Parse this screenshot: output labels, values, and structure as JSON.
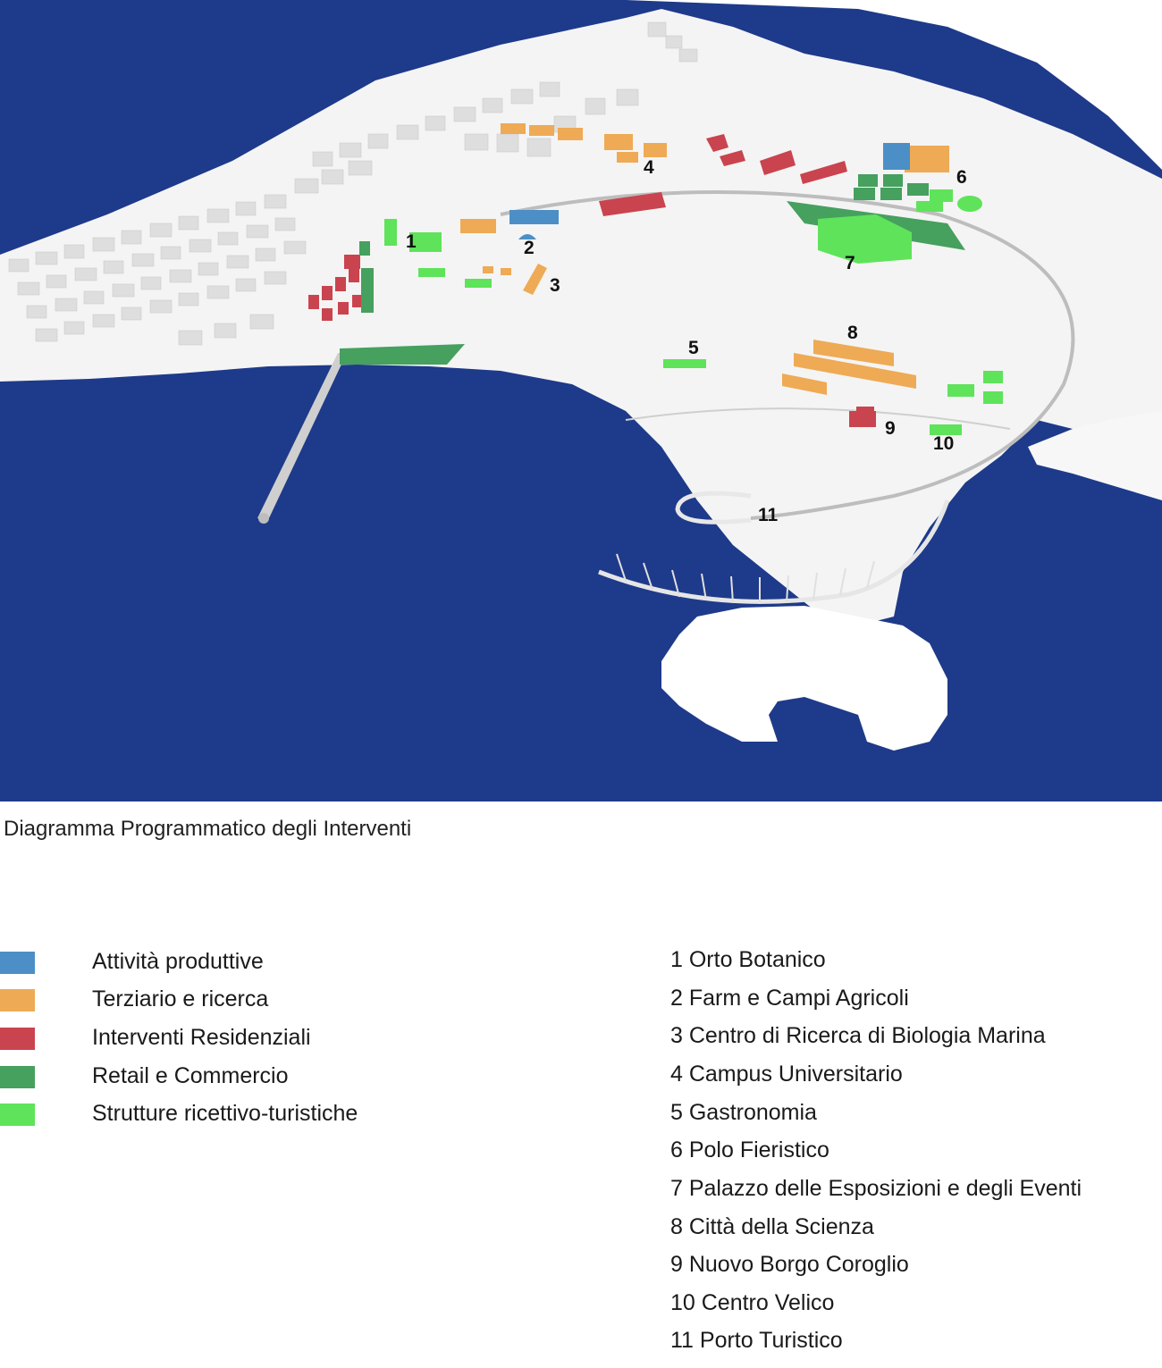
{
  "caption": "Diagramma Programmatico degli Interventi",
  "colors": {
    "sea": "#1e3a8a",
    "land": "#f4f4f4",
    "building": "#dcdcdc",
    "attivita_produttive": "#4b8fc6",
    "terziario": "#eeaa55",
    "residenziali": "#c9444e",
    "retail": "#46a05e",
    "ricettivo": "#5fe35a"
  },
  "legend": [
    {
      "label": "Attività produttive",
      "color": "#4b8fc6"
    },
    {
      "label": "Terziario e ricerca",
      "color": "#eeaa55"
    },
    {
      "label": "Interventi Residenziali",
      "color": "#c9444e"
    },
    {
      "label": "Retail e Commercio",
      "color": "#46a05e"
    },
    {
      "label": "Strutture ricettivo-turistiche",
      "color": "#5fe35a"
    }
  ],
  "key": [
    "1 Orto Botanico",
    "2 Farm e Campi Agricoli",
    "3 Centro di Ricerca di Biologia Marina",
    "4 Campus Universitario",
    "5 Gastronomia",
    "6 Polo Fieristico",
    "7 Palazzo delle Esposizioni e degli Eventi",
    "8 Città della Scienza",
    "9 Nuovo Borgo Coroglio",
    "10 Centro Velico",
    "11 Porto Turistico"
  ],
  "map_labels": [
    "1",
    "2",
    "3",
    "4",
    "5",
    "6",
    "7",
    "8",
    "9",
    "10",
    "11"
  ]
}
